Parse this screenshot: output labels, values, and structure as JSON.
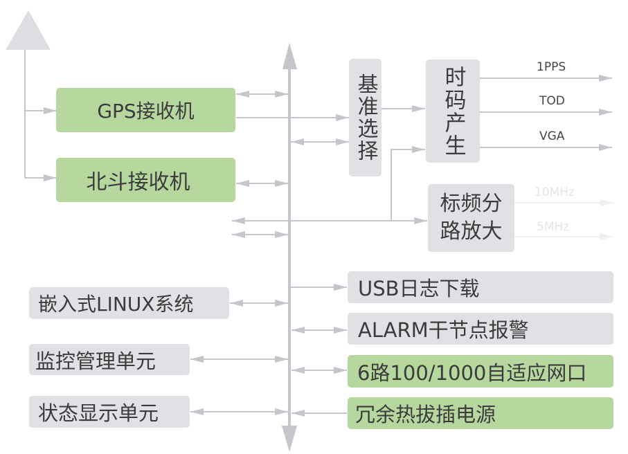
{
  "diagram": {
    "antenna": {
      "icon": "antenna-icon"
    },
    "bus": {
      "icon": "bidirectional-bus-arrow"
    },
    "blocks": {
      "gps_receiver": "GPS接收机",
      "beidou_receiver": "北斗接收机",
      "reference_select": "基准选择",
      "timecode_generation": "时码产生",
      "freq_dist_amp_line1": "标频分",
      "freq_dist_amp_line2": "路放大",
      "linux_system": "嵌入式LINUX系统",
      "monitor_unit": "监控管理单元",
      "status_display_unit": "状态显示单元",
      "usb_log_download": "USB日志下载",
      "alarm_dry_contact": "ALARM干节点报警",
      "ethernet_ports": "6路100/1000自适应网口",
      "redundant_power": "冗余热拔插电源"
    },
    "outputs": {
      "timecode": [
        "1PPS",
        "TOD",
        "VGA"
      ],
      "frequency": [
        "10MHz",
        "5MHz"
      ]
    },
    "colors": {
      "green_block": "#b6d79e",
      "gray_block": "#dfe1e5",
      "connector": "#c4c6cc",
      "text": "#3b3b3b",
      "faint_text": "#e4e5e8"
    }
  }
}
